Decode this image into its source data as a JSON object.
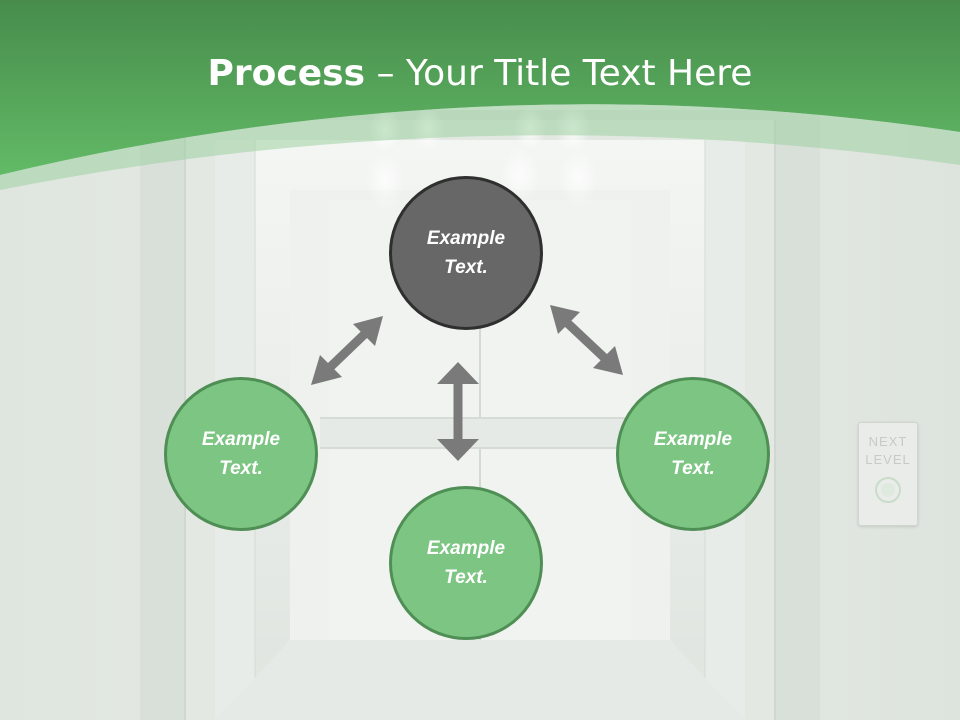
{
  "slide": {
    "title_bold": "Process",
    "title_rest": " – Your Title Text Here"
  },
  "nodes": {
    "top": {
      "line1": "Example",
      "line2": "Text."
    },
    "left": {
      "line1": "Example",
      "line2": "Text."
    },
    "bottom": {
      "line1": "Example",
      "line2": "Text."
    },
    "right": {
      "line1": "Example",
      "line2": "Text."
    }
  },
  "panel": {
    "line1": "NEXT",
    "line2": "LEVEL"
  },
  "colors": {
    "header_green_top": "#4a8f4e",
    "header_green": "#5fb763",
    "node_green": "#7dc583",
    "node_green_border": "#4f8f55",
    "node_dark": "#676767",
    "arrow": "#7a7a7a"
  }
}
